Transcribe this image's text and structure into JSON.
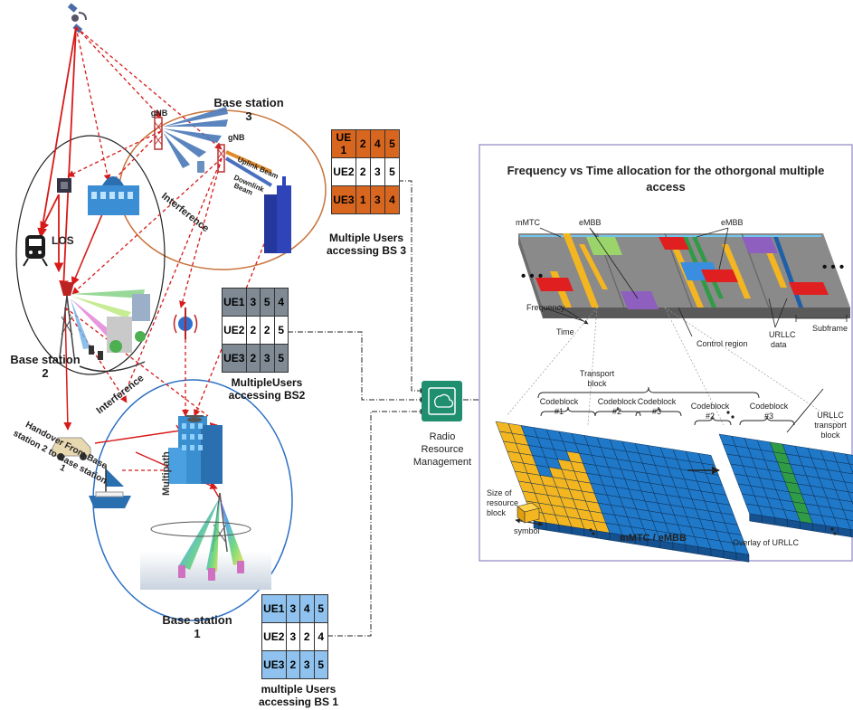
{
  "left": {
    "bs3_label": [
      "Base station",
      "3"
    ],
    "bs2_label": [
      "Base station",
      "2"
    ],
    "bs1_label": [
      "Base station",
      "1"
    ],
    "gnb_1": "gNB",
    "gnb_2": "gNB",
    "uplink": "Uplink Beam",
    "downlink": [
      "Downlink",
      "Beam"
    ],
    "interference_1": "Interference",
    "interference_2": "Interference",
    "los": "LOS",
    "multipath": "Multipath",
    "handover": [
      "Handover From  Base",
      "station 2 to Base station",
      "1"
    ]
  },
  "tables": {
    "bs3": {
      "rows": [
        [
          "UE 1",
          "2",
          "4",
          "5"
        ],
        [
          "UE2",
          "2",
          "3",
          "5"
        ],
        [
          "UE3",
          "1",
          "3",
          "4"
        ]
      ],
      "caption": [
        "Multiple Users",
        "accessing BS 3"
      ],
      "colors": [
        "#d9661f",
        "#ffffff",
        "#d9661f"
      ]
    },
    "bs2": {
      "rows": [
        [
          "UE1",
          "3",
          "5",
          "4"
        ],
        [
          "UE2",
          "2",
          "2",
          "5"
        ],
        [
          "UE3",
          "2",
          "3",
          "5"
        ]
      ],
      "caption": [
        "MultipleUsers",
        "accessing BS2"
      ],
      "colors": [
        "#7f8a94",
        "#ffffff",
        "#7f8a94"
      ]
    },
    "bs1": {
      "rows": [
        [
          "UE1",
          "3",
          "4",
          "5"
        ],
        [
          "UE2",
          "3",
          "2",
          "4"
        ],
        [
          "UE3",
          "2",
          "3",
          "5"
        ]
      ],
      "caption": [
        "multiple Users",
        "accessing BS 1"
      ],
      "colors": [
        "#8fc2ee",
        "#ffffff",
        "#8fc2ee"
      ]
    }
  },
  "rrm": {
    "label": [
      "Radio",
      "Resource",
      "Management"
    ]
  },
  "right": {
    "title": [
      "Frequency vs Time allocation for the othorgonal multiple",
      "access"
    ],
    "mmtc": "mMTC",
    "embb_1": "eMBB",
    "embb_2": "eMBB",
    "dots_left": "• • •",
    "dots_right": "• • •",
    "frequency": "Frequency",
    "time": "Time",
    "control_region": "Control region",
    "urllc_data": [
      "URLLC",
      "data"
    ],
    "subframe": "Subframe",
    "transport_block": [
      "Transport",
      "block"
    ],
    "codeblock_1": [
      "Codeblock",
      "#1"
    ],
    "codeblock_2": [
      "Codeblock",
      "#2"
    ],
    "codeblock_3": [
      "Codeblock",
      "#3"
    ],
    "codeblock_2b": [
      "Codeblock",
      "#2"
    ],
    "codeblock_3b": [
      "Codeblock",
      "#3"
    ],
    "urllc_tb": [
      "URLLC",
      "transport",
      "block"
    ],
    "size_rb": [
      "Size of",
      "resource",
      "block"
    ],
    "symbol": "symbol",
    "mmtc_embb": "mMTC / eMBB",
    "overlay": "Overlay of URLLC"
  },
  "colors": {
    "red": "#d71a1a",
    "orange_circle": "#c8733a",
    "blue_circle": "#2c6fc4",
    "grid_blue": "#1f78c8",
    "yellow": "#f4b620",
    "green": "#2f9b45",
    "purple": "#8e5fbf",
    "panel_border": "#8f86c4"
  }
}
